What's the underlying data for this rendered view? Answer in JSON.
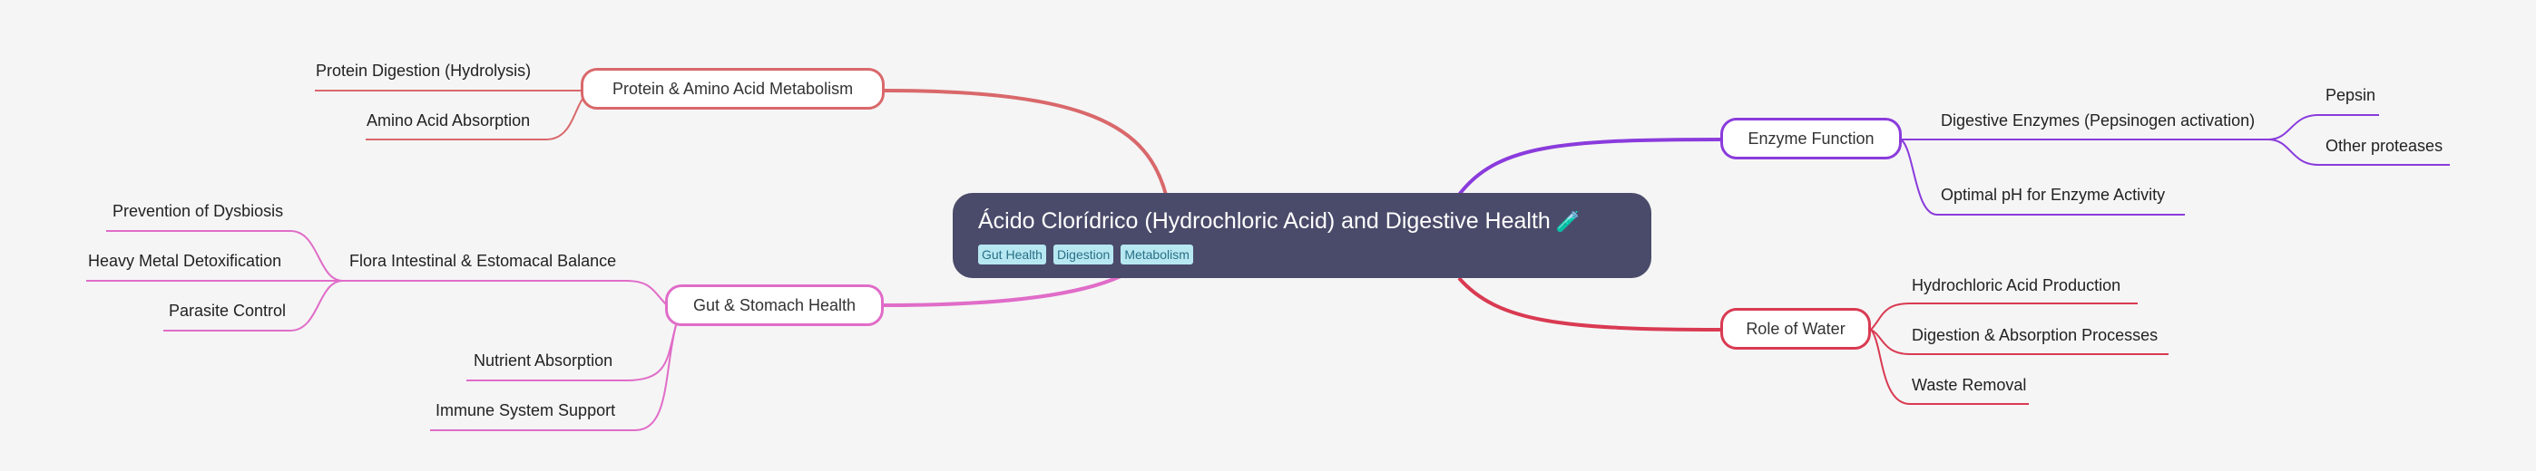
{
  "root": {
    "title": "Ácido Clorídrico (Hydrochloric Acid) and Digestive Health",
    "icon": "test-tube-icon",
    "icon_glyph": "🧪",
    "tags": [
      "Gut Health",
      "Digestion",
      "Metabolism"
    ]
  },
  "branches": {
    "protein": {
      "label": "Protein & Amino Acid Metabolism",
      "color": "#d9686b",
      "children": [
        "Protein Digestion (Hydrolysis)",
        "Amino Acid Absorption"
      ]
    },
    "gut": {
      "label": "Gut & Stomach Health",
      "color": "#e06cc8",
      "flora": {
        "label": "Flora Intestinal & Estomacal Balance",
        "children": [
          "Prevention of Dysbiosis",
          "Heavy Metal Detoxification",
          "Parasite Control"
        ]
      },
      "children": [
        "Nutrient Absorption",
        "Immune System Support"
      ]
    },
    "enzyme": {
      "label": "Enzyme Function",
      "color": "#8a3bdc",
      "digestive": {
        "label": "Digestive Enzymes (Pepsinogen activation)",
        "children": [
          "Pepsin",
          "Other proteases"
        ]
      },
      "children": [
        "Optimal pH for Enzyme Activity"
      ]
    },
    "water": {
      "label": "Role of Water",
      "color": "#d93a52",
      "children": [
        "Hydrochloric Acid Production",
        "Digestion & Absorption Processes",
        "Waste Removal"
      ]
    }
  }
}
